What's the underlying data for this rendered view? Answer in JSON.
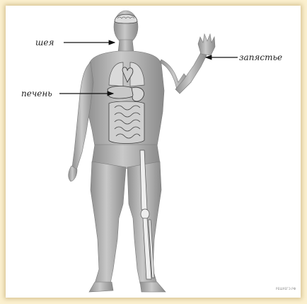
{
  "labels": {
    "neck": "шея",
    "liver": "печень",
    "wrist": "запястье"
  },
  "watermark": "РЕШУЕГЭ.РФ",
  "colors": {
    "background": "#fbf0cf",
    "frame": "#ffffff",
    "body_fill": "#a9a9a9",
    "organ_fill": "#d2d2d2",
    "organ_stroke": "#4a4a4a",
    "bone_fill": "#eeeeee",
    "pointer_line": "#111111"
  }
}
